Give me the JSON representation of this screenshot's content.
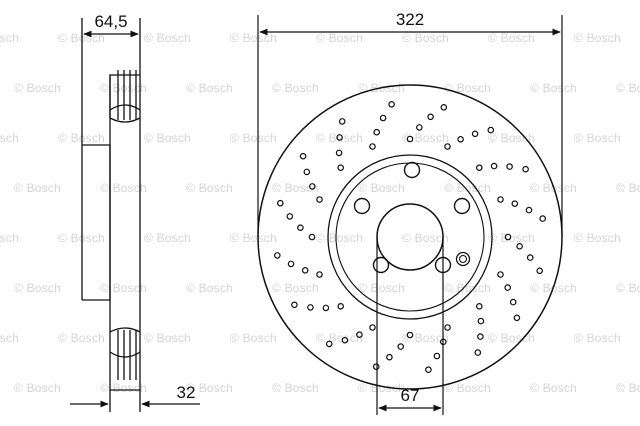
{
  "watermark_text": "© Bosch",
  "dimensions": {
    "thickness": "64,5",
    "diameter": "322",
    "min_thickness": "32",
    "hub_diameter": "67"
  },
  "colors": {
    "line": "#111111",
    "watermark": "#d4d4d4"
  }
}
